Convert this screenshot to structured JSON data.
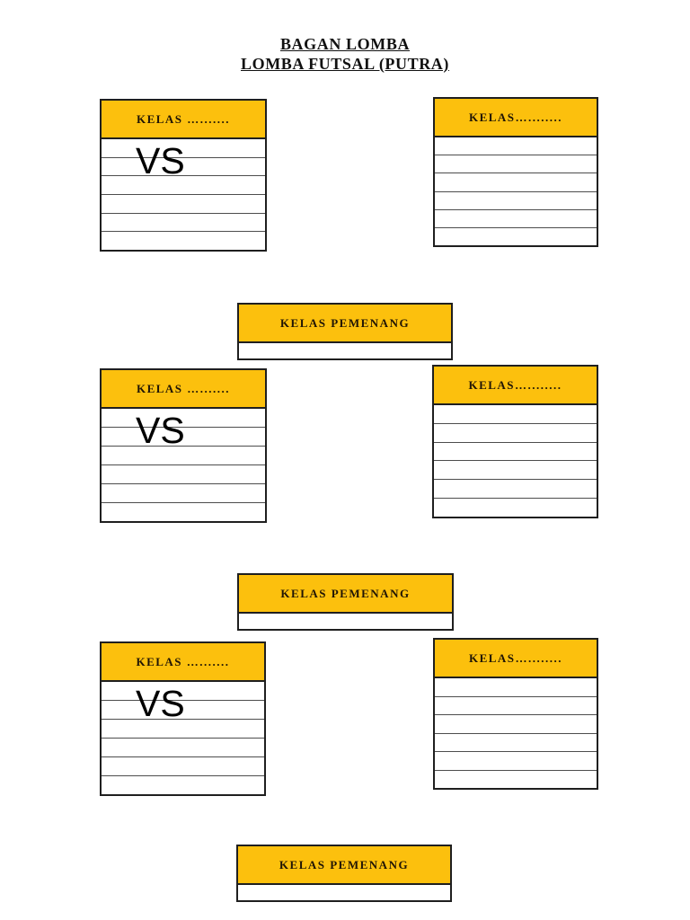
{
  "title": {
    "line1": "BAGAN LOMBA",
    "line2": "LOMBA FUTSAL (PUTRA)"
  },
  "colors": {
    "header_fill": "#FCC00D",
    "box_border": "#1F1F1F",
    "row_line": "#4D4D4D",
    "header_text": "#201505",
    "title_text": "#111111"
  },
  "matches": [
    {
      "left": {
        "header": "KELAS ….......",
        "vs": "VS"
      },
      "right": {
        "header": "KELAS…........"
      },
      "winner": {
        "header": "KELAS PEMENANG"
      }
    },
    {
      "left": {
        "header": "KELAS ….......",
        "vs": "VS"
      },
      "right": {
        "header": "KELAS…........"
      },
      "winner": {
        "header": "KELAS PEMENANG"
      }
    },
    {
      "left": {
        "header": "KELAS ….......",
        "vs": "VS"
      },
      "right": {
        "header": "KELAS…........"
      },
      "winner": {
        "header": "KELAS PEMENANG"
      }
    }
  ]
}
